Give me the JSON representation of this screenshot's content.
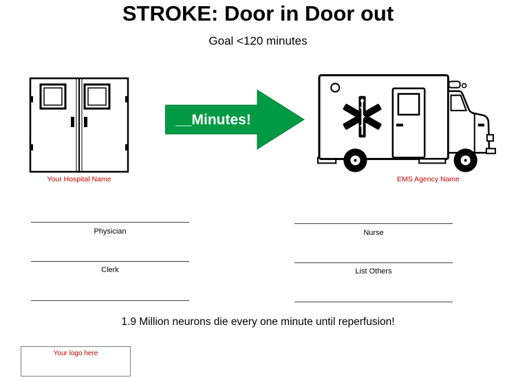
{
  "slide": {
    "title": "STROKE: Door in Door out",
    "subtitle": "Goal <120 minutes",
    "arrow_label": "__Minutes!",
    "hospital_caption": "Your Hospital Name",
    "ems_caption": "EMS Agency Name",
    "footer": "1.9 Million neurons die every one minute until reperfusion!",
    "logo_placeholder": "Your logo here"
  },
  "signature_fields": {
    "left": [
      "Physician",
      "Clerk"
    ],
    "right": [
      "Nurse",
      "List Others"
    ]
  },
  "colors": {
    "arrow_green": "#009A44",
    "caption_red": "#C00000"
  }
}
